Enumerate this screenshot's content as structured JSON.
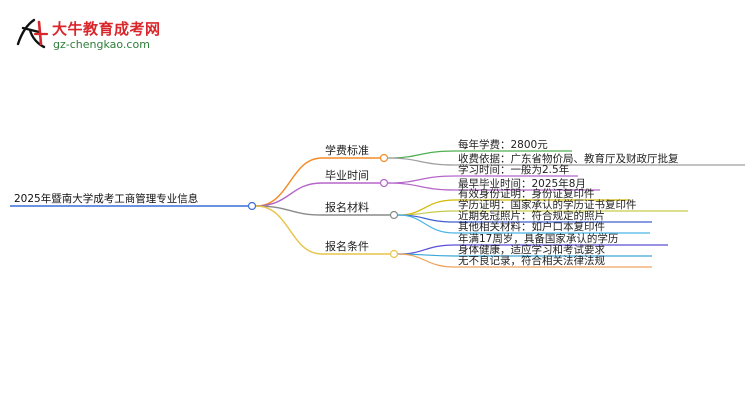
{
  "header": {
    "site_title": "大牛教育成考网",
    "site_url": "gz-chengkao.com"
  },
  "mindmap": {
    "root": "2025年暨南大学成考工商管理专业信息",
    "branches": [
      {
        "label": "学费标准",
        "color": "#f28c28",
        "children": [
          {
            "text": "每年学费：2800元",
            "color": "#4caf50"
          },
          {
            "text": "收费依据：广东省物价局、教育厅及财政厅批复",
            "color": "#9e9e9e"
          }
        ]
      },
      {
        "label": "毕业时间",
        "color": "#b566c9",
        "children": [
          {
            "text": "学习时间：一般为2.5年",
            "color": "#b566c9"
          },
          {
            "text": "最早毕业时间：2025年8月",
            "color": "#b566c9"
          }
        ]
      },
      {
        "label": "报名材料",
        "color": "#8a8a8a",
        "children": [
          {
            "text": "有效身份证明：身份证复印件",
            "color": "#d4b800"
          },
          {
            "text": "学历证明：国家承认的学历证书复印件",
            "color": "#c7c94d"
          },
          {
            "text": "近期免冠照片：符合规定的照片",
            "color": "#3f5fcf"
          },
          {
            "text": "其他相关材料：如户口本复印件",
            "color": "#4ab3e8"
          }
        ]
      },
      {
        "label": "报名条件",
        "color": "#e8c44a",
        "children": [
          {
            "text": "年满17周岁，具备国家承认的学历",
            "color": "#5b4fd6"
          },
          {
            "text": "身体健康，适应学习和考试要求",
            "color": "#3aa6d8"
          },
          {
            "text": "无不良记录，符合相关法律法规",
            "color": "#f0a25a"
          }
        ]
      }
    ]
  }
}
